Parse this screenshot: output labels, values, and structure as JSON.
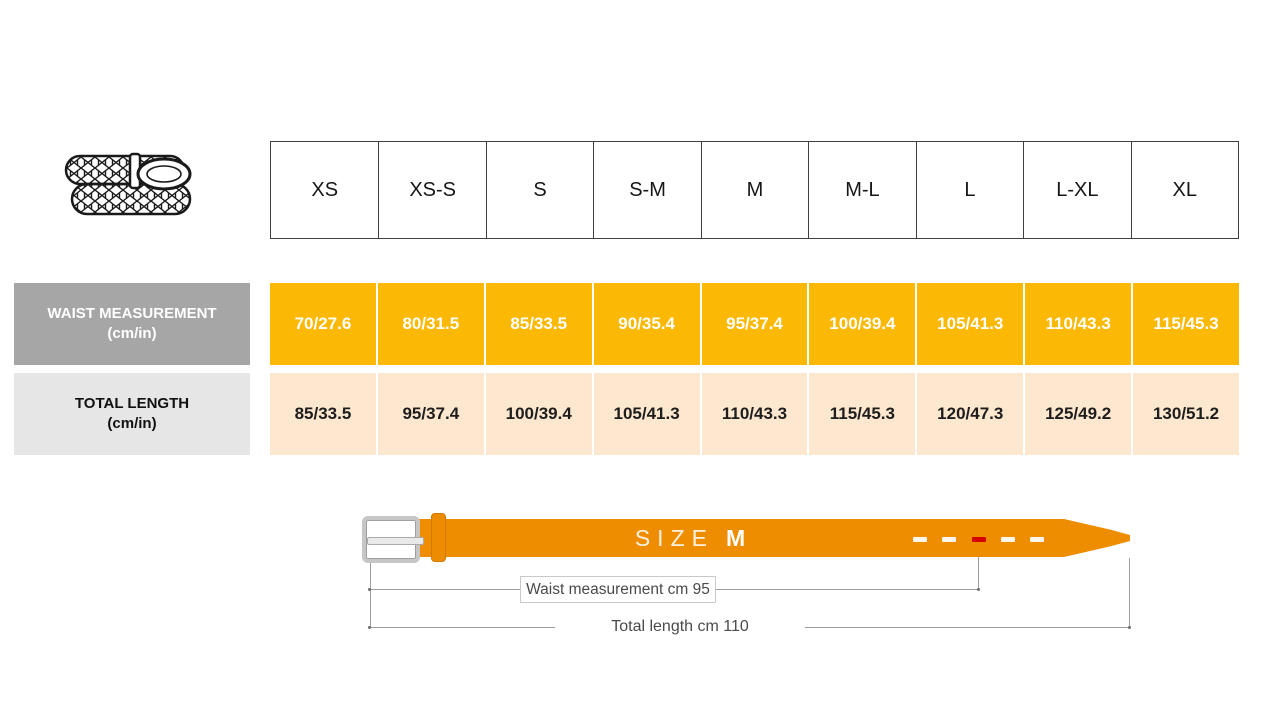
{
  "table": {
    "sizes": [
      "XS",
      "XS-S",
      "S",
      "S-M",
      "M",
      "M-L",
      "L",
      "L-XL",
      "XL"
    ],
    "rows": [
      {
        "label": "WAIST MEASUREMENT",
        "unit": "(cm/in)",
        "values": [
          "70/27.6",
          "80/31.5",
          "85/33.5",
          "90/35.4",
          "95/37.4",
          "100/39.4",
          "105/41.3",
          "110/43.3",
          "115/45.3"
        ]
      },
      {
        "label": "TOTAL LENGTH",
        "unit": "(cm/in)",
        "values": [
          "85/33.5",
          "95/37.4",
          "100/39.4",
          "105/41.3",
          "110/43.3",
          "115/45.3",
          "120/47.3",
          "125/49.2",
          "130/51.2"
        ]
      }
    ]
  },
  "diagram": {
    "size_label": "SIZE",
    "size_value": "M",
    "waist_annotation": "Waist measurement cm 95",
    "length_annotation": "Total length cm 110"
  },
  "icons": {
    "belt_illustration": "braided-belt-line-art"
  },
  "colors": {
    "waist_row_bg": "#FBB905",
    "length_row_bg": "#FDE7CE",
    "waist_label_bg": "#A6A6A6",
    "length_label_bg": "#E7E6E6",
    "belt_orange": "#EF8D00",
    "keeper_orange": "#EE8C00",
    "highlight_hole_red": "#D50000",
    "table_border": "#404040",
    "guide_line": "#9E9E9E"
  },
  "chart_data": {
    "type": "table",
    "categories": [
      "XS",
      "XS-S",
      "S",
      "S-M",
      "M",
      "M-L",
      "L",
      "L-XL",
      "XL"
    ],
    "series": [
      {
        "name": "WAIST MEASUREMENT (cm/in)",
        "values_cm": [
          70,
          80,
          85,
          90,
          95,
          100,
          105,
          110,
          115
        ],
        "values_in": [
          27.6,
          31.5,
          33.5,
          35.4,
          37.4,
          39.4,
          41.3,
          43.3,
          45.3
        ]
      },
      {
        "name": "TOTAL LENGTH (cm/in)",
        "values_cm": [
          85,
          95,
          100,
          105,
          110,
          115,
          120,
          125,
          130
        ],
        "values_in": [
          33.5,
          37.4,
          39.4,
          41.3,
          43.3,
          45.3,
          47.3,
          49.2,
          51.2
        ]
      }
    ],
    "annotations": [
      "SIZE M",
      "Waist measurement cm 95",
      "Total length cm 110"
    ]
  }
}
